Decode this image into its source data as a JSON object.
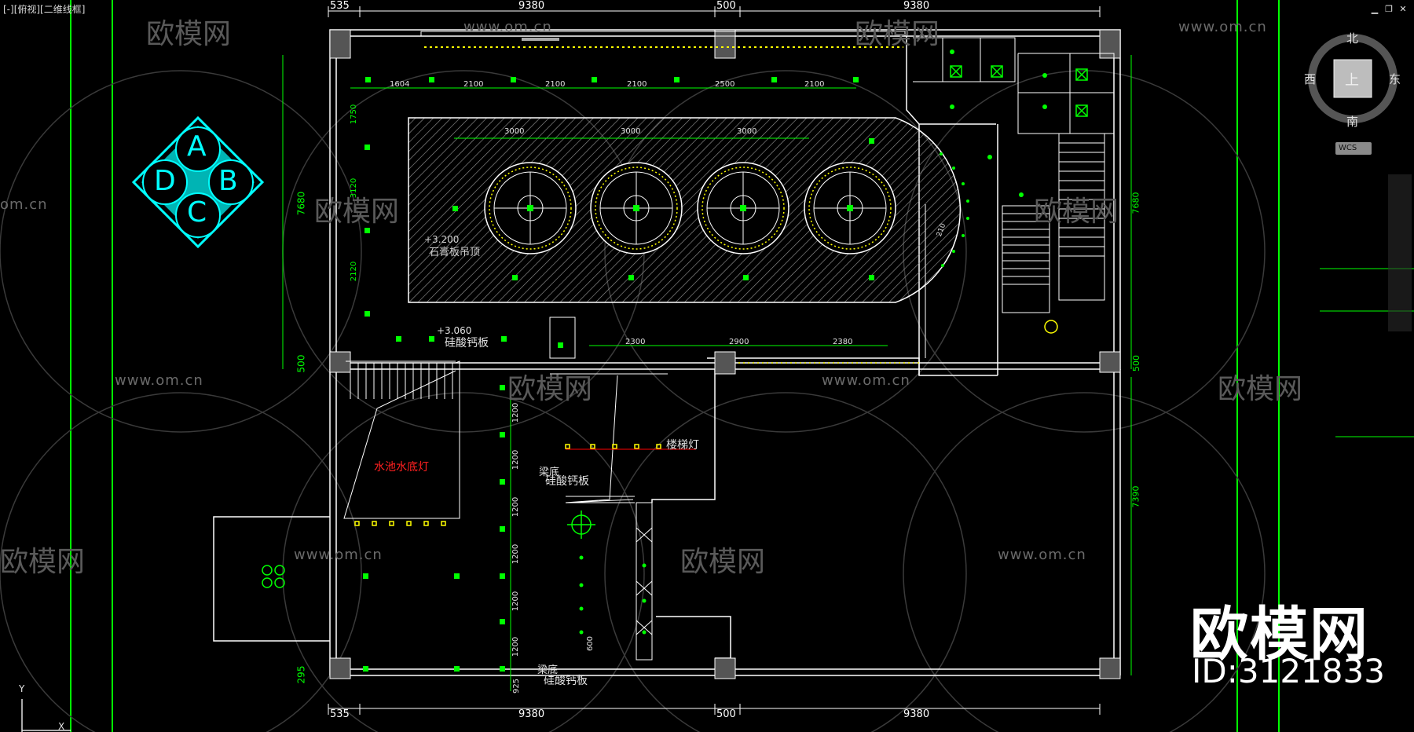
{
  "viewport": {
    "label": "[-][俯视][二维线框]",
    "controls": [
      "minimize-icon",
      "restore-icon",
      "close-icon"
    ]
  },
  "viewcube": {
    "north": "北",
    "south": "南",
    "west": "西",
    "east": "东",
    "top": "上",
    "wcs_label": "WCS"
  },
  "watermark": {
    "brand": "欧模网",
    "url": "www.om.cn",
    "url_partial": "om.cn",
    "id_text": "ID:3121833"
  },
  "drawing": {
    "dims_top": [
      "535",
      "9380",
      "500",
      "9380"
    ],
    "dims_bottom": [
      "535",
      "9380",
      "500",
      "9380"
    ],
    "dims_row": [
      "1604",
      "2100",
      "2100",
      "2100",
      "2500",
      "2100"
    ],
    "dims_circles": [
      "3000",
      "3000",
      "3000"
    ],
    "dims_lower_row": [
      "2300",
      "2900",
      "2380"
    ],
    "dims_left": [
      "1750",
      "3120",
      "2120"
    ],
    "dims_left_total": "7680",
    "dims_left_500": "500",
    "dims_left_295": "295",
    "dims_right": [
      "7680",
      "500",
      "7390"
    ],
    "dims_lower_col": [
      "1200",
      "1200",
      "1200",
      "1200",
      "1200",
      "1200",
      "925"
    ],
    "dim_600": "600",
    "dim_210": "210",
    "elev1": "+3.200",
    "label_ceiling": "石膏板吊顶",
    "elev2": "+3.060",
    "label_board": "硅酸钙板",
    "label_stair_light": "楼梯灯",
    "label_pool_light": "水池水底灯",
    "label_beam1": "梁底",
    "label_board2": "硅酸钙板",
    "label_beam2": "梁底",
    "label_board3": "硅酸钙板",
    "colors": {
      "wall": "#ffffff",
      "dim": "#00ff00",
      "led": "#ffff00",
      "cyan": "#00ffff",
      "red": "#ff0000",
      "grid": "#00ff00"
    }
  },
  "legend_symbol": {
    "letters": [
      "A",
      "B",
      "C",
      "D"
    ]
  },
  "ucs": {
    "y": "Y",
    "x": "X"
  }
}
